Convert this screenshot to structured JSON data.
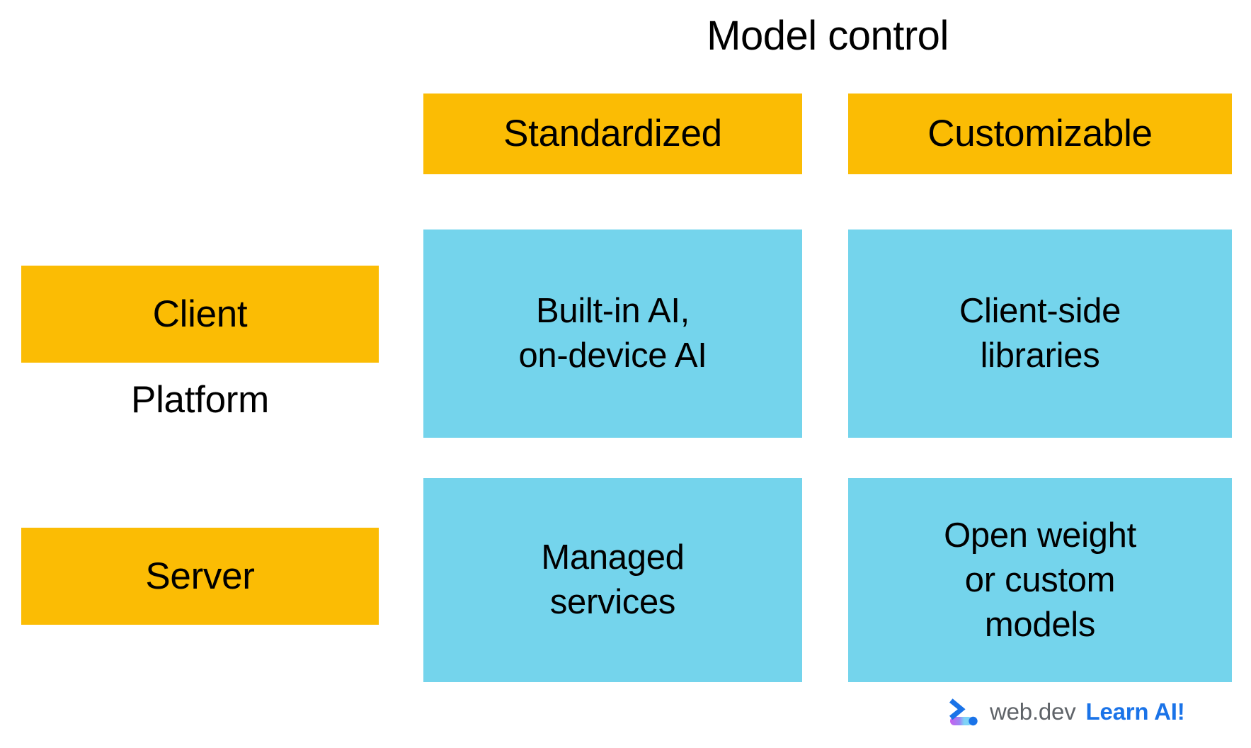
{
  "title": "Model control",
  "axis": {
    "column_axis_label": "Model control",
    "row_axis_label": "Platform",
    "columns": [
      {
        "label": "Standardized"
      },
      {
        "label": "Customizable"
      }
    ],
    "rows": [
      {
        "label": "Client"
      },
      {
        "label": "Server"
      }
    ]
  },
  "cells": [
    {
      "row": "Client",
      "column": "Standardized",
      "lines": [
        "Built-in AI,",
        "on-device AI"
      ]
    },
    {
      "row": "Client",
      "column": "Customizable",
      "lines": [
        "Client-side",
        "libraries"
      ]
    },
    {
      "row": "Server",
      "column": "Standardized",
      "lines": [
        "Managed",
        "services"
      ]
    },
    {
      "row": "Server",
      "column": "Customizable",
      "lines": [
        "Open weight",
        "or custom",
        "models"
      ]
    }
  ],
  "brand": {
    "mark_name": "web-dev-chevron-logo",
    "name": "web.dev",
    "tagline": "Learn AI!"
  },
  "colors": {
    "header_yellow": "#fbbc04",
    "cell_cyan": "#74d4ec",
    "text_black": "#000000",
    "brand_gray": "#5f6368",
    "brand_blue": "#1a73e8",
    "brand_magenta": "#c75fee",
    "brand_light_blue": "#7fd3f7",
    "background": "#ffffff"
  }
}
